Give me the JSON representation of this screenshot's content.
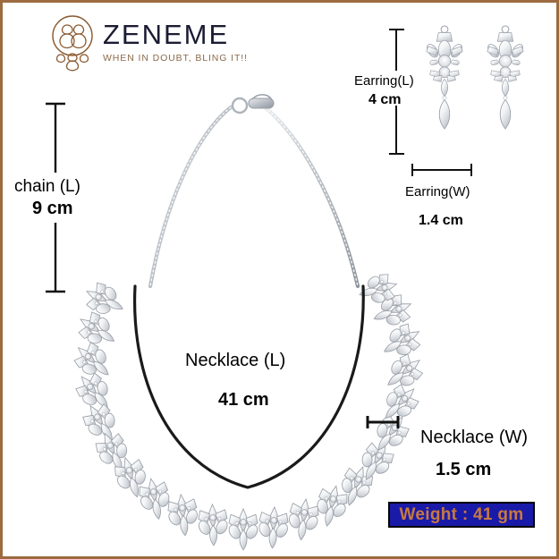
{
  "brand": {
    "name": "ZENEME",
    "tagline": "WHEN IN DOUBT, BLING IT!!",
    "logo_icon": "necklace-earrings-logo-icon",
    "name_color": "#1b1b33",
    "tagline_color": "#8a6a4a"
  },
  "frame": {
    "border_color": "#9c6b3f",
    "background_color": "#ffffff"
  },
  "dimensions": {
    "chain_length": {
      "label": "chain (L)",
      "value": "9 cm"
    },
    "earring_length": {
      "label": "Earring(L)",
      "value": "4 cm"
    },
    "earring_width": {
      "label": "Earring(W)",
      "value": "1.4 cm"
    },
    "necklace_length": {
      "label": "Necklace (L)",
      "value": "41 cm"
    },
    "necklace_width": {
      "label": "Necklace (W)",
      "value": "1.5 cm"
    }
  },
  "weight": {
    "text": "Weight : 41 gm",
    "background_color": "#1a1aa8",
    "text_color": "#c87941",
    "border_color": "#000000"
  },
  "product": {
    "necklace_icon": "crystal-necklace-image",
    "earrings_icon": "crystal-earrings-pair-image",
    "clasp_icon": "lobster-clasp-icon",
    "measure_arc_color": "#1a1a1a",
    "metal_color": "#c9ccd1"
  }
}
